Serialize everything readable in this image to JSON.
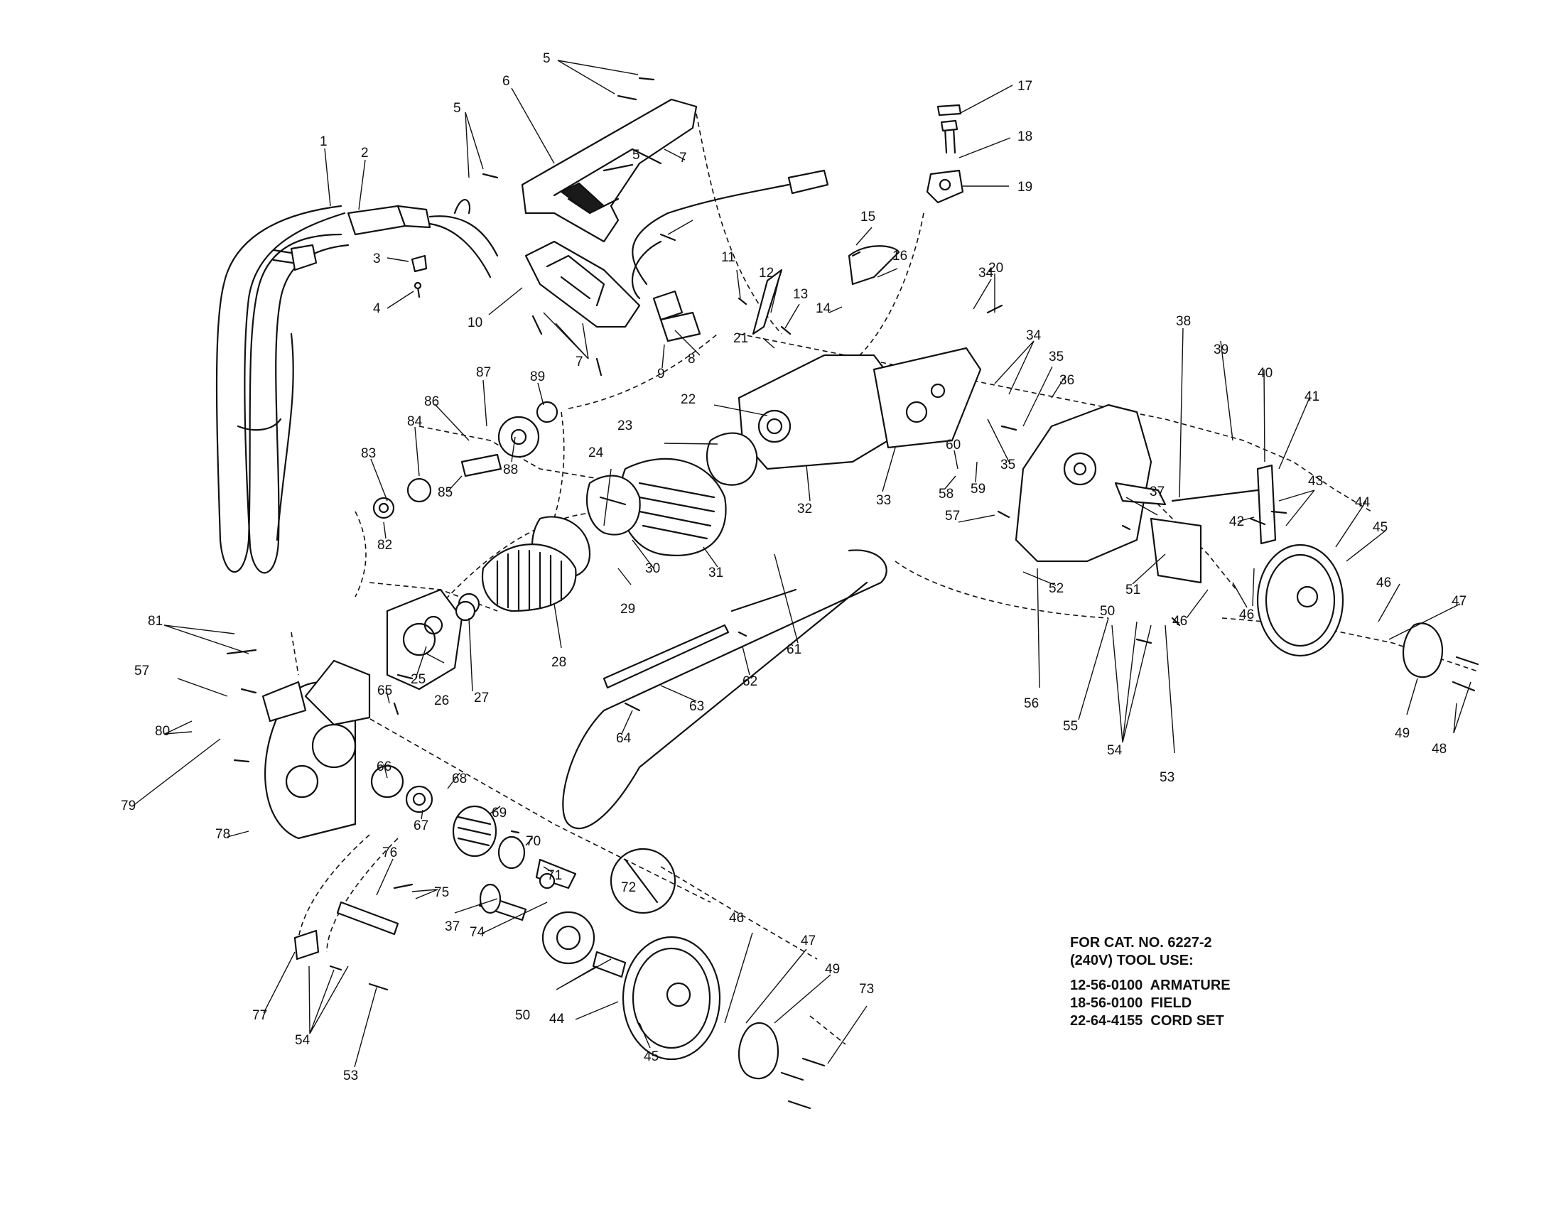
{
  "note": {
    "heading_1": "FOR CAT. NO. 6227-2",
    "heading_2": "(240V) TOOL USE:",
    "items": [
      "12-56-0100  ARMATURE",
      "18-56-0100  FIELD",
      "22-64-4155  CORD SET"
    ]
  },
  "callouts": [
    {
      "label": "1"
    },
    {
      "label": "2"
    },
    {
      "label": "3"
    },
    {
      "label": "4"
    },
    {
      "label": "5"
    },
    {
      "label": "5"
    },
    {
      "label": "5"
    },
    {
      "label": "6"
    },
    {
      "label": "7"
    },
    {
      "label": "7"
    },
    {
      "label": "8"
    },
    {
      "label": "9"
    },
    {
      "label": "10"
    },
    {
      "label": "11"
    },
    {
      "label": "12"
    },
    {
      "label": "13"
    },
    {
      "label": "14"
    },
    {
      "label": "15"
    },
    {
      "label": "16"
    },
    {
      "label": "17"
    },
    {
      "label": "18"
    },
    {
      "label": "19"
    },
    {
      "label": "20"
    },
    {
      "label": "21"
    },
    {
      "label": "22"
    },
    {
      "label": "23"
    },
    {
      "label": "24"
    },
    {
      "label": "25"
    },
    {
      "label": "26"
    },
    {
      "label": "27"
    },
    {
      "label": "28"
    },
    {
      "label": "29"
    },
    {
      "label": "30"
    },
    {
      "label": "31"
    },
    {
      "label": "32"
    },
    {
      "label": "33"
    },
    {
      "label": "34"
    },
    {
      "label": "34"
    },
    {
      "label": "35"
    },
    {
      "label": "35"
    },
    {
      "label": "36"
    },
    {
      "label": "37"
    },
    {
      "label": "37"
    },
    {
      "label": "38"
    },
    {
      "label": "39"
    },
    {
      "label": "40"
    },
    {
      "label": "41"
    },
    {
      "label": "42"
    },
    {
      "label": "43"
    },
    {
      "label": "44"
    },
    {
      "label": "44"
    },
    {
      "label": "45"
    },
    {
      "label": "45"
    },
    {
      "label": "46"
    },
    {
      "label": "46"
    },
    {
      "label": "46"
    },
    {
      "label": "46"
    },
    {
      "label": "47"
    },
    {
      "label": "47"
    },
    {
      "label": "48"
    },
    {
      "label": "49"
    },
    {
      "label": "49"
    },
    {
      "label": "50"
    },
    {
      "label": "50"
    },
    {
      "label": "51"
    },
    {
      "label": "52"
    },
    {
      "label": "53"
    },
    {
      "label": "53"
    },
    {
      "label": "54"
    },
    {
      "label": "54"
    },
    {
      "label": "55"
    },
    {
      "label": "56"
    },
    {
      "label": "57"
    },
    {
      "label": "57"
    },
    {
      "label": "58"
    },
    {
      "label": "59"
    },
    {
      "label": "60"
    },
    {
      "label": "61"
    },
    {
      "label": "62"
    },
    {
      "label": "63"
    },
    {
      "label": "64"
    },
    {
      "label": "65"
    },
    {
      "label": "66"
    },
    {
      "label": "67"
    },
    {
      "label": "68"
    },
    {
      "label": "69"
    },
    {
      "label": "70"
    },
    {
      "label": "71"
    },
    {
      "label": "72"
    },
    {
      "label": "73"
    },
    {
      "label": "74"
    },
    {
      "label": "75"
    },
    {
      "label": "76"
    },
    {
      "label": "77"
    },
    {
      "label": "78"
    },
    {
      "label": "79"
    },
    {
      "label": "80"
    },
    {
      "label": "81"
    },
    {
      "label": "82"
    },
    {
      "label": "83"
    },
    {
      "label": "84"
    },
    {
      "label": "85"
    },
    {
      "label": "86"
    },
    {
      "label": "87"
    },
    {
      "label": "88"
    },
    {
      "label": "89"
    }
  ]
}
